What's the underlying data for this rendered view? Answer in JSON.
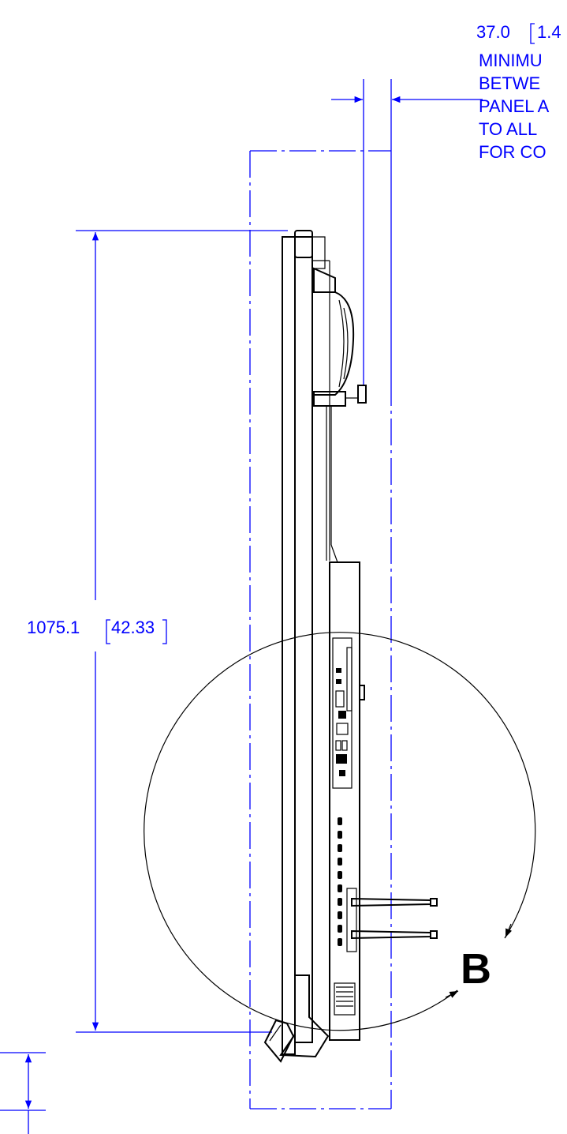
{
  "dimensions": {
    "clearance_value": "37.0",
    "clearance_inch_partial": "1.4",
    "height_mm": "1075.1",
    "height_in": "42.33"
  },
  "note_lines": [
    "MINIMU",
    "BETWE",
    "PANEL A",
    "TO ALL",
    "FOR CO"
  ],
  "detail_label": "B",
  "colors": {
    "dimension_lines": "#0000ff",
    "object_lines": "#000000",
    "background": "#ffffff"
  }
}
